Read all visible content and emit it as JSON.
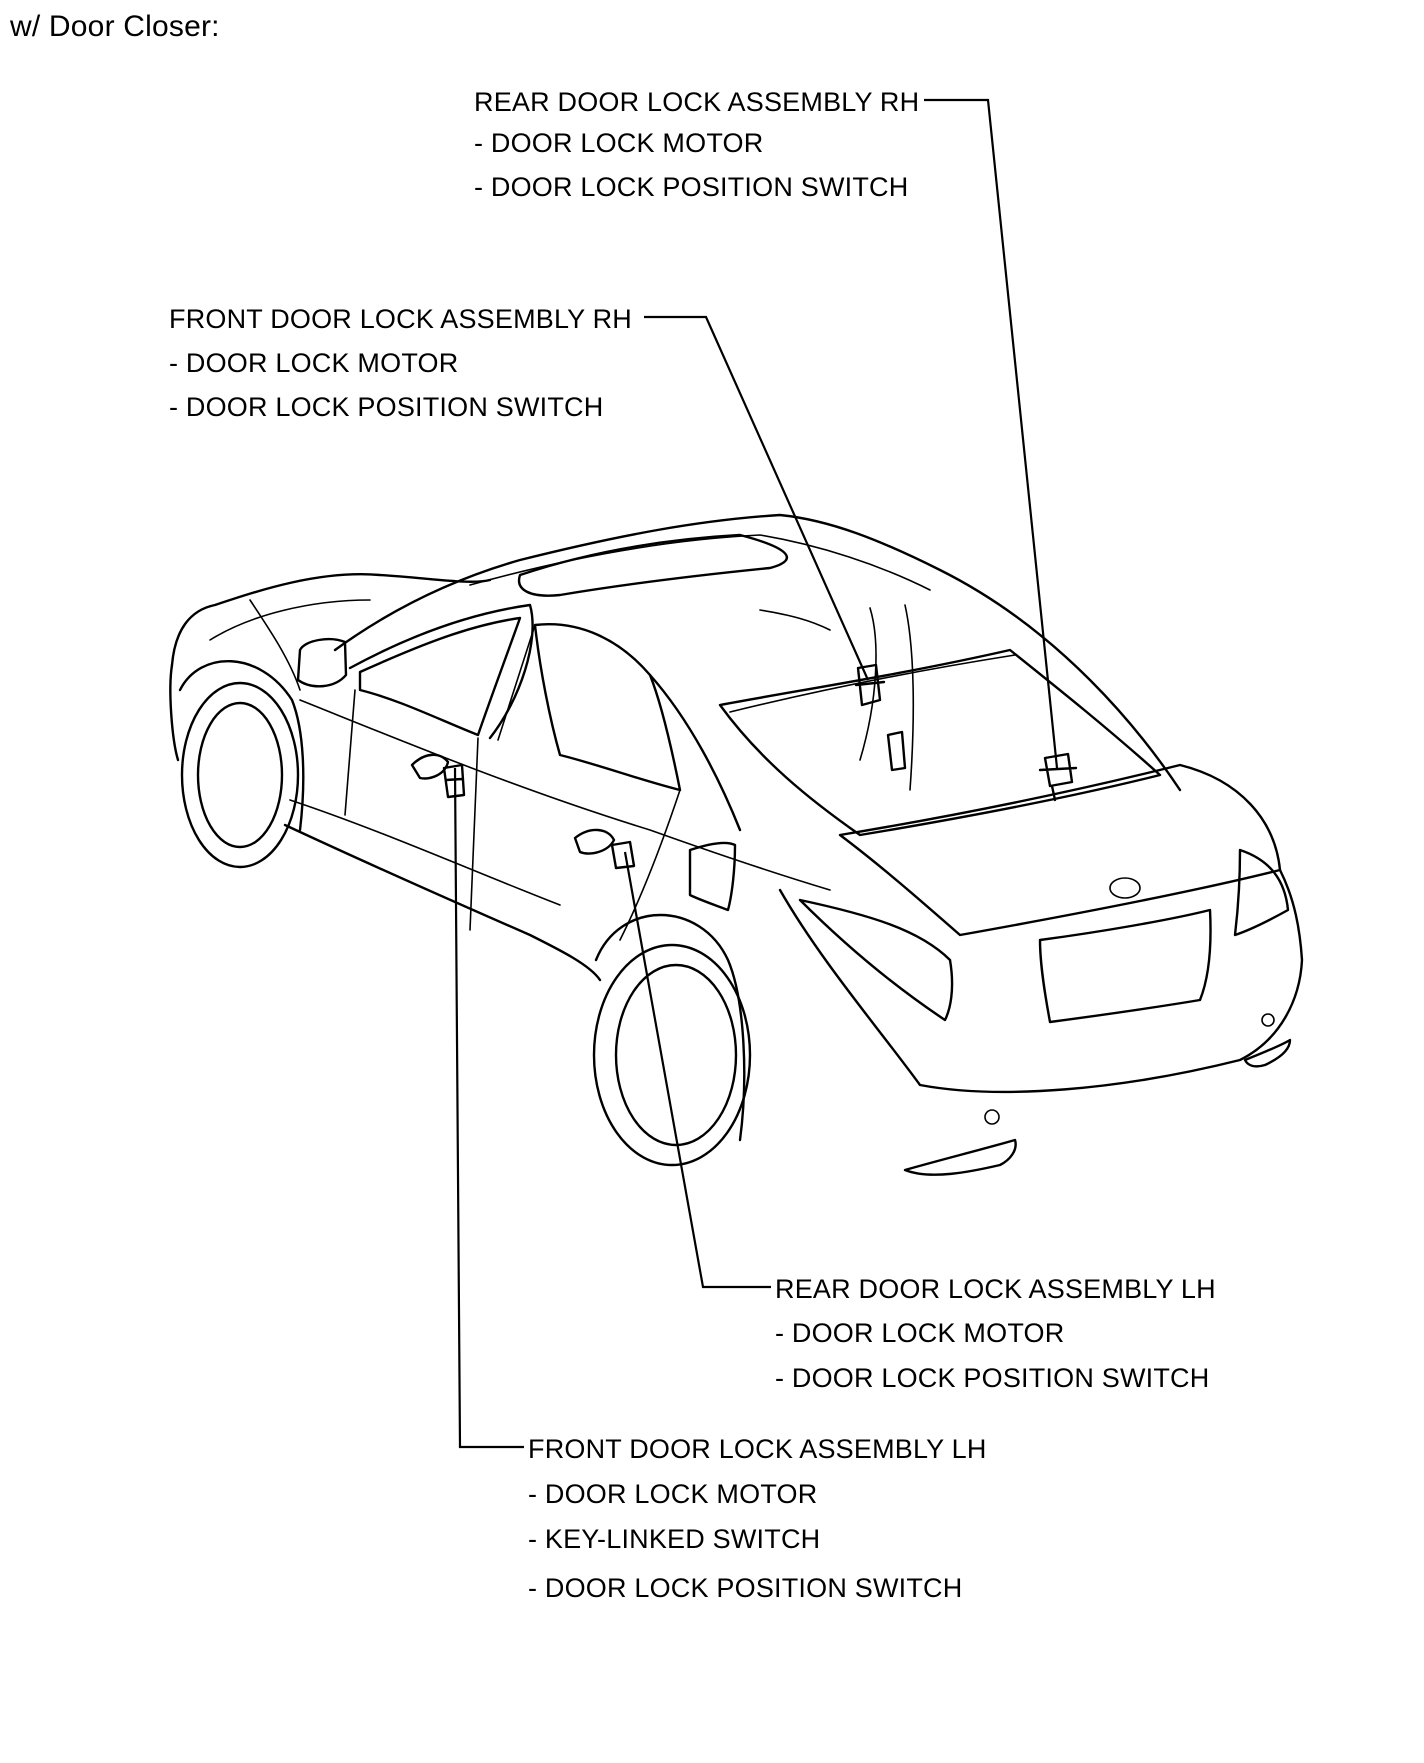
{
  "heading": "w/ Door Closer:",
  "callouts": {
    "rear_rh": {
      "title": "REAR DOOR LOCK ASSEMBLY RH",
      "items": [
        "- DOOR LOCK MOTOR",
        "- DOOR LOCK POSITION SWITCH"
      ]
    },
    "front_rh": {
      "title": "FRONT DOOR LOCK ASSEMBLY RH",
      "items": [
        "- DOOR LOCK MOTOR",
        "- DOOR LOCK POSITION SWITCH"
      ]
    },
    "rear_lh": {
      "title": "REAR DOOR LOCK ASSEMBLY LH",
      "items": [
        "- DOOR LOCK MOTOR",
        "- DOOR LOCK POSITION SWITCH"
      ]
    },
    "front_lh": {
      "title": "FRONT DOOR LOCK ASSEMBLY LH",
      "items": [
        "- DOOR LOCK MOTOR",
        "- KEY-LINKED SWITCH",
        "- DOOR LOCK POSITION SWITCH"
      ]
    }
  }
}
